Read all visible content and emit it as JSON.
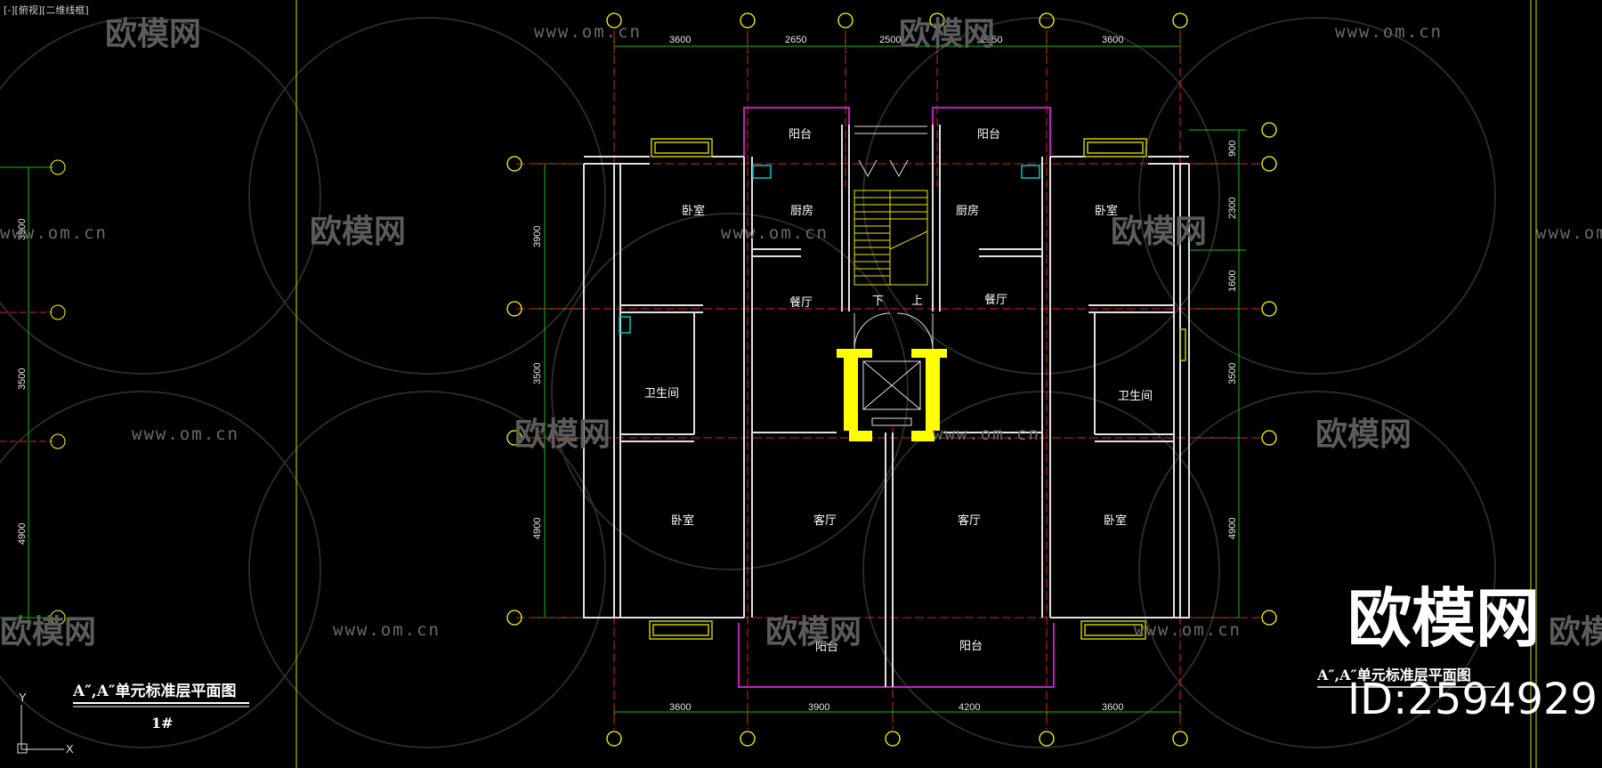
{
  "viewport": {
    "label": "[-][俯视][二维线框]"
  },
  "colors": {
    "background": "#000000",
    "wall": "#e0e0e0",
    "axis": "#e02020",
    "dim": "#10c010",
    "balcony": "#c020c0",
    "stair": "#e8e800",
    "core": "#ffff00",
    "window": "#c8c800",
    "fixture": "#00c8c8"
  },
  "drawing": {
    "dims_top": [
      "3600",
      "2650",
      "2500",
      "2950",
      "3600"
    ],
    "dims_bottom": [
      "3600",
      "3900",
      "4200",
      "3600"
    ],
    "dims_left": [
      "3900",
      "3500",
      "4900"
    ],
    "dims_right": [
      "900",
      "2300",
      "1600",
      "3500",
      "4900"
    ],
    "dims_left_far": [
      "3900",
      "3500",
      "4900"
    ],
    "rooms": {
      "bedroom": "卧室",
      "kitchen": "厨房",
      "balcony": "阳台",
      "dining": "餐厅",
      "bathroom": "卫生间",
      "living": "客厅",
      "down": "下",
      "up": "上"
    }
  },
  "title_block": {
    "main": "A″,A″单元标准层平面图",
    "sub": "1#"
  },
  "title_block_right": {
    "main": "A″,A″单元标准层平面图"
  },
  "watermark": {
    "url": "www.om.cn",
    "brand": "欧模网",
    "big_brand": "欧模网",
    "id": "ID:2594929"
  },
  "ucs": {
    "x": "X",
    "y": "Y"
  }
}
